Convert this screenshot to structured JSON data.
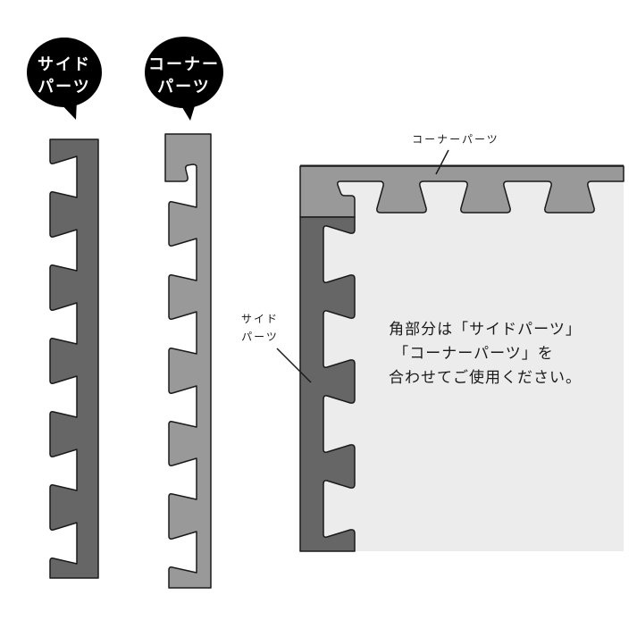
{
  "bubbles": [
    {
      "line1": "サイド",
      "line2": "パーツ"
    },
    {
      "line1": "コーナー",
      "line2": "パーツ"
    }
  ],
  "diagram": {
    "corner_label": "コーナーパーツ",
    "side_label_line1": "サイド",
    "side_label_line2": "パーツ",
    "note_lines": [
      "角部分は「サイドパーツ」",
      "「コーナーパーツ」を",
      "合わせてご使用ください。"
    ]
  },
  "colors": {
    "side_part": "#666666",
    "corner_part": "#999999",
    "mat_inner": "#ececec",
    "outline": "#1a1a1a",
    "bubble": "#000000"
  }
}
